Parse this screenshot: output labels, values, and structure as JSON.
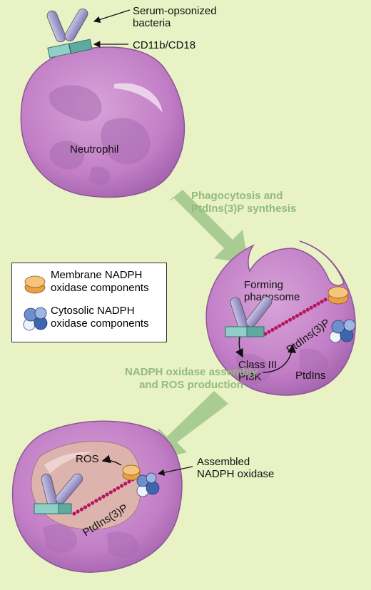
{
  "labels": {
    "bacteria": [
      "Serum-opsonized",
      "bacteria"
    ],
    "receptor": "CD11b/CD18",
    "neutrophil": "Neutrophil",
    "forming": [
      "Forming",
      "phagosome"
    ],
    "class3": [
      "Class III",
      "PI3K"
    ],
    "ptdins": "PtdIns",
    "ptdins3p": "PtdIns(3)P",
    "ros": "ROS",
    "assembled": [
      "Assembled",
      "NADPH oxidase"
    ]
  },
  "steps": {
    "step1": [
      "Phagocytosis and",
      "PtdIns(3)P synthesis"
    ],
    "step2": [
      "NADPH oxidase assembly",
      "and ROS production"
    ]
  },
  "legend": {
    "membrane": [
      "Membrane NADPH",
      "oxidase components"
    ],
    "cytosolic": [
      "Cytosolic NADPH",
      "oxidase components"
    ]
  },
  "colors": {
    "background": "#e8f2c4",
    "cell": "#c281c6",
    "step_text": "#93bb7e",
    "arrow": "#a9cc92",
    "receptor": "#8fcfc8",
    "bacteria": "#9e98c8",
    "membrane_component": "#f0b35a",
    "cytosolic_component": "#3e66ae",
    "lipid": "#b3165e",
    "phagosome_lumen": "#dcb4ad"
  }
}
